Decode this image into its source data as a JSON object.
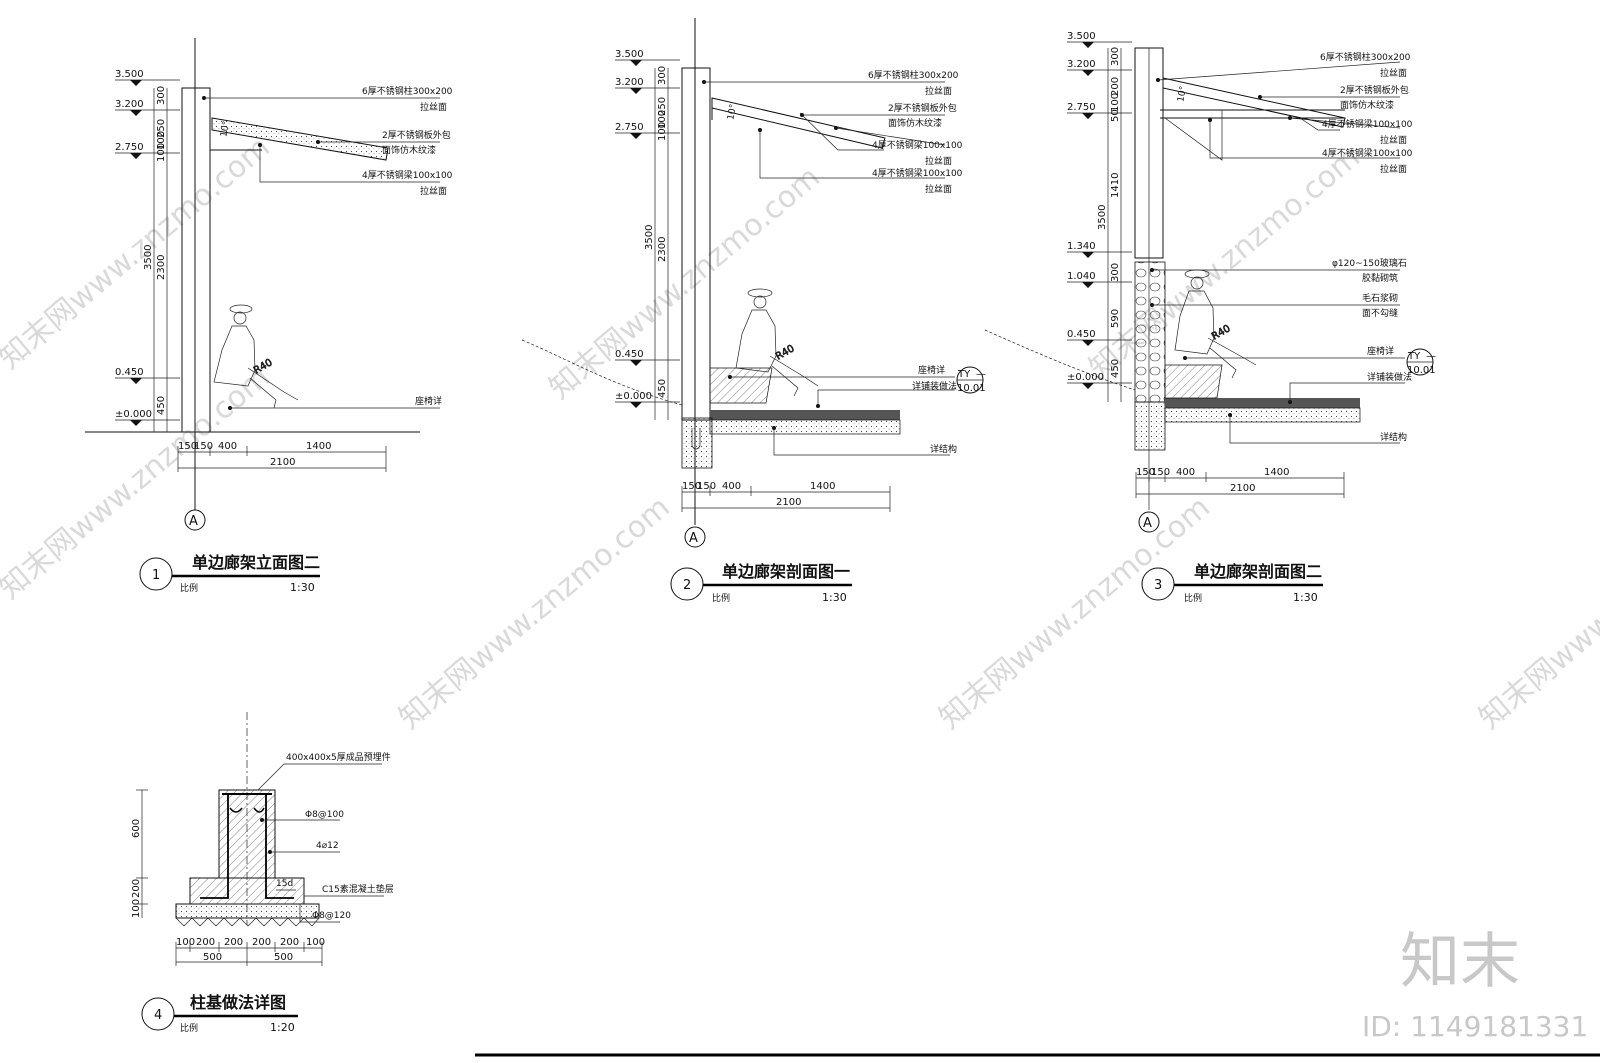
{
  "drawing1": {
    "levels": [
      "3.500",
      "3.200",
      "2.750",
      "0.450",
      "±0.000"
    ],
    "vdims": [
      "300",
      "250",
      "100",
      "100",
      "2300",
      "3500",
      "450"
    ],
    "notes": [
      "6厚不锈钢柱300x200",
      "拉丝面",
      "2厚不锈钢板外包",
      "面饰仿木纹漆",
      "4厚不锈钢梁100x100",
      "拉丝面",
      "座椅详"
    ],
    "angle": "10°",
    "radius": "R40",
    "hdims": [
      "150",
      "150",
      "400",
      "1400",
      "2100"
    ],
    "axis": "A",
    "number": "1",
    "title": "单边廊架立面图二",
    "scale_label": "比例",
    "scale": "1:30"
  },
  "drawing2": {
    "levels": [
      "3.500",
      "3.200",
      "2.750",
      "0.450",
      "±0.000"
    ],
    "vdims": [
      "300",
      "250",
      "100",
      "100",
      "2300",
      "3500",
      "450"
    ],
    "notes": [
      "6厚不锈钢柱300x200",
      "拉丝面",
      "2厚不锈钢板外包",
      "面饰仿木纹漆",
      "4厚不锈钢梁100x100",
      "拉丝面",
      "4厚不锈钢梁100x100",
      "拉丝面",
      "座椅详",
      "详铺装做法",
      "详结构"
    ],
    "angle": "10°",
    "radius": "R40",
    "ref_top": "TY",
    "ref_dash": "—",
    "ref_bottom": "10.01",
    "hdims": [
      "150",
      "150",
      "400",
      "1400",
      "2100"
    ],
    "axis": "A",
    "number": "2",
    "title": "单边廊架剖面图一",
    "scale_label": "比例",
    "scale": "1:30"
  },
  "drawing3": {
    "levels": [
      "3.500",
      "3.200",
      "2.750",
      "1.340",
      "1.040",
      "0.450",
      "±0.000"
    ],
    "vdims": [
      "300",
      "200",
      "100",
      "50",
      "1410",
      "3500",
      "300",
      "590",
      "450"
    ],
    "notes": [
      "6厚不锈钢柱300x200",
      "拉丝面",
      "2厚不锈钢板外包",
      "面饰仿木纹漆",
      "4厚不锈钢梁100x100",
      "拉丝面",
      "4厚不锈钢梁100x100",
      "拉丝面",
      "φ120~150玻璃石",
      "胶黏砌筑",
      "毛石浆砌",
      "面不勾缝",
      "座椅详",
      "详铺装做法",
      "详结构"
    ],
    "angle": "10°",
    "radius": "R40",
    "ref_top": "TY",
    "ref_dash": "—",
    "ref_bottom": "10.01",
    "hdims": [
      "150",
      "150",
      "400",
      "1400",
      "2100"
    ],
    "axis": "A",
    "number": "3",
    "title": "单边廊架剖面图二",
    "scale_label": "比例",
    "scale": "1:30"
  },
  "drawing4": {
    "notes": [
      "400x400x5厚成品预埋件",
      "Φ8@100",
      "4⌀12",
      "C15素混凝土垫层",
      "Φ8@120"
    ],
    "lap": "15d",
    "vdims": [
      "600",
      "200",
      "100"
    ],
    "hdims": [
      "100",
      "200",
      "200",
      "200",
      "200",
      "100",
      "500",
      "500"
    ],
    "number": "4",
    "title": "柱基做法详图",
    "scale_label": "比例",
    "scale": "1:20"
  },
  "watermark": {
    "text": "知末网www.znzmo.com",
    "brand": "知末",
    "id": "ID: 1149181331"
  }
}
